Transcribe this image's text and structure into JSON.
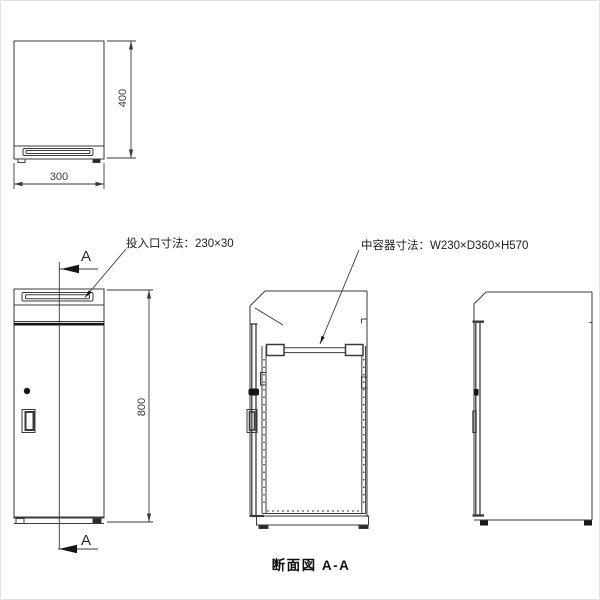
{
  "drawing": {
    "caption": "断面図 A-A",
    "section_label": "A",
    "callouts": {
      "slot": "投入口寸法：230×30",
      "inner_container": "中容器寸法：W230×D360×H570"
    },
    "dimensions": {
      "top_view_width": "300",
      "top_view_depth": "400",
      "front_view_height": "800"
    },
    "colors": {
      "line": "#3a3a3a",
      "dark": "#1a1a1a",
      "background": "#ffffff"
    }
  }
}
